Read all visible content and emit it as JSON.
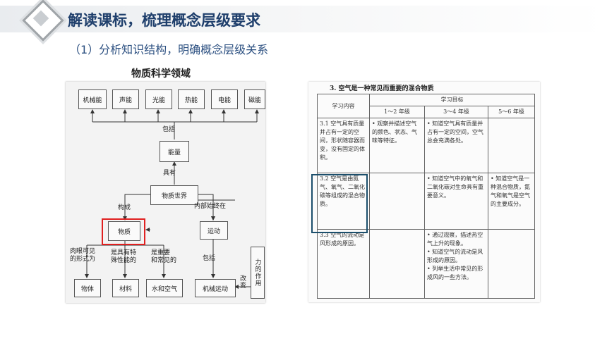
{
  "header": {
    "title": "解读课标，梳理概念层级要求",
    "subtitle": "（1）分析知识结构，明确概念层级关系",
    "section_label": "物质科学领域"
  },
  "concept_map": {
    "energies": [
      "机械能",
      "声能",
      "光能",
      "热能",
      "电能",
      "磁能"
    ],
    "nodes": {
      "energy": "能量",
      "world": "物质世界",
      "matter": "物质",
      "motion": "运动",
      "object": "物体",
      "material": "材料",
      "water_air": "水和空气",
      "mech_motion": "机械运动",
      "force": "力的作用"
    },
    "labels": {
      "include1": "包括",
      "have": "具有",
      "compose": "构成",
      "inherent": "内部始终在",
      "visible": "肉眼可见\n的形式为",
      "special": "是具有特\n殊性能的",
      "important": "是重要\n和常见的",
      "include2": "包括",
      "change": "改变"
    }
  },
  "standards_table": {
    "title": "3. 空气是一种常见而重要的混合物质",
    "headers": {
      "content": "学习内容",
      "goals": "学习目标",
      "g12": "1～2 年级",
      "g34": "3～4 年级",
      "g56": "5～6 年级"
    },
    "rows": [
      {
        "content": "3.1 空气具有质量并占有一定的空间，形状随容器而变，没有固定的体积。",
        "g12": "• 观察并描述空气的颜色、状态、气味等特征。",
        "g34": "• 知道空气具有质量并占有一定的空间，空气总会充满各处。",
        "g56": ""
      },
      {
        "content": "3.2 空气是由氮气、氧气、二氧化碳等组成的混合物质。",
        "g12": "",
        "g34": "• 知道空气中的氧气和二氧化碳对生命具有重要意义。",
        "g56": "• 知道空气是一种混合物质，氮气和氧气是空气的主要成分。"
      },
      {
        "content": "3.3 空气的流动是风形成的原因。",
        "g12": "",
        "g34": "• 通过观察，描述热空气上升的现象。\n• 知道空气的流动是风形成的原因。\n• 列举生活中常见的形成风的一些方法。",
        "g56": ""
      }
    ]
  },
  "colors": {
    "title": "#1f3f6c",
    "highlight_red": "#e02020",
    "highlight_blue": "#1c4f6c"
  }
}
